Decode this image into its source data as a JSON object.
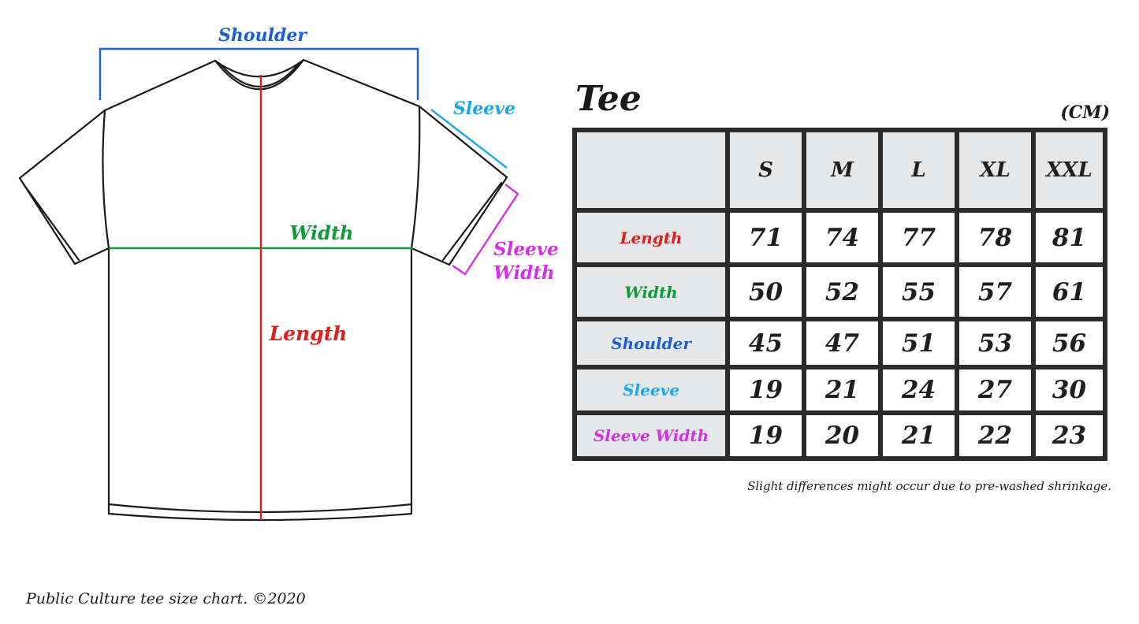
{
  "diagram": {
    "labels": {
      "shoulder": "Shoulder",
      "sleeve": "Sleeve",
      "width": "Width",
      "sleeve_width_line1": "Sleeve",
      "sleeve_width_line2": "Width",
      "length": "Length"
    }
  },
  "table": {
    "title": "Tee",
    "unit": "(CM)",
    "columns": [
      "S",
      "M",
      "L",
      "XL",
      "XXL"
    ],
    "rows": [
      {
        "label": "Length",
        "values": [
          "71",
          "74",
          "77",
          "78",
          "81"
        ]
      },
      {
        "label": "Width",
        "values": [
          "50",
          "52",
          "55",
          "57",
          "61"
        ]
      },
      {
        "label": "Shoulder",
        "values": [
          "45",
          "47",
          "51",
          "53",
          "56"
        ]
      },
      {
        "label": "Sleeve",
        "values": [
          "19",
          "21",
          "24",
          "27",
          "30"
        ]
      },
      {
        "label": "Sleeve Width",
        "values": [
          "19",
          "20",
          "21",
          "22",
          "23"
        ]
      }
    ],
    "note": "Slight differences might occur due to pre-washed shrinkage."
  },
  "footer": {
    "credit": "Public Culture tee size chart. ©2020"
  },
  "colors": {
    "shoulder": "#1a5fd8",
    "sleeve": "#1aa8e6",
    "width": "#129a3c",
    "sleeve_width": "#d62fe6",
    "length": "#e01e1e",
    "outline": "#1a1a1a",
    "header_fill": "#e6e7e8",
    "grid": "#2b2b2b"
  }
}
